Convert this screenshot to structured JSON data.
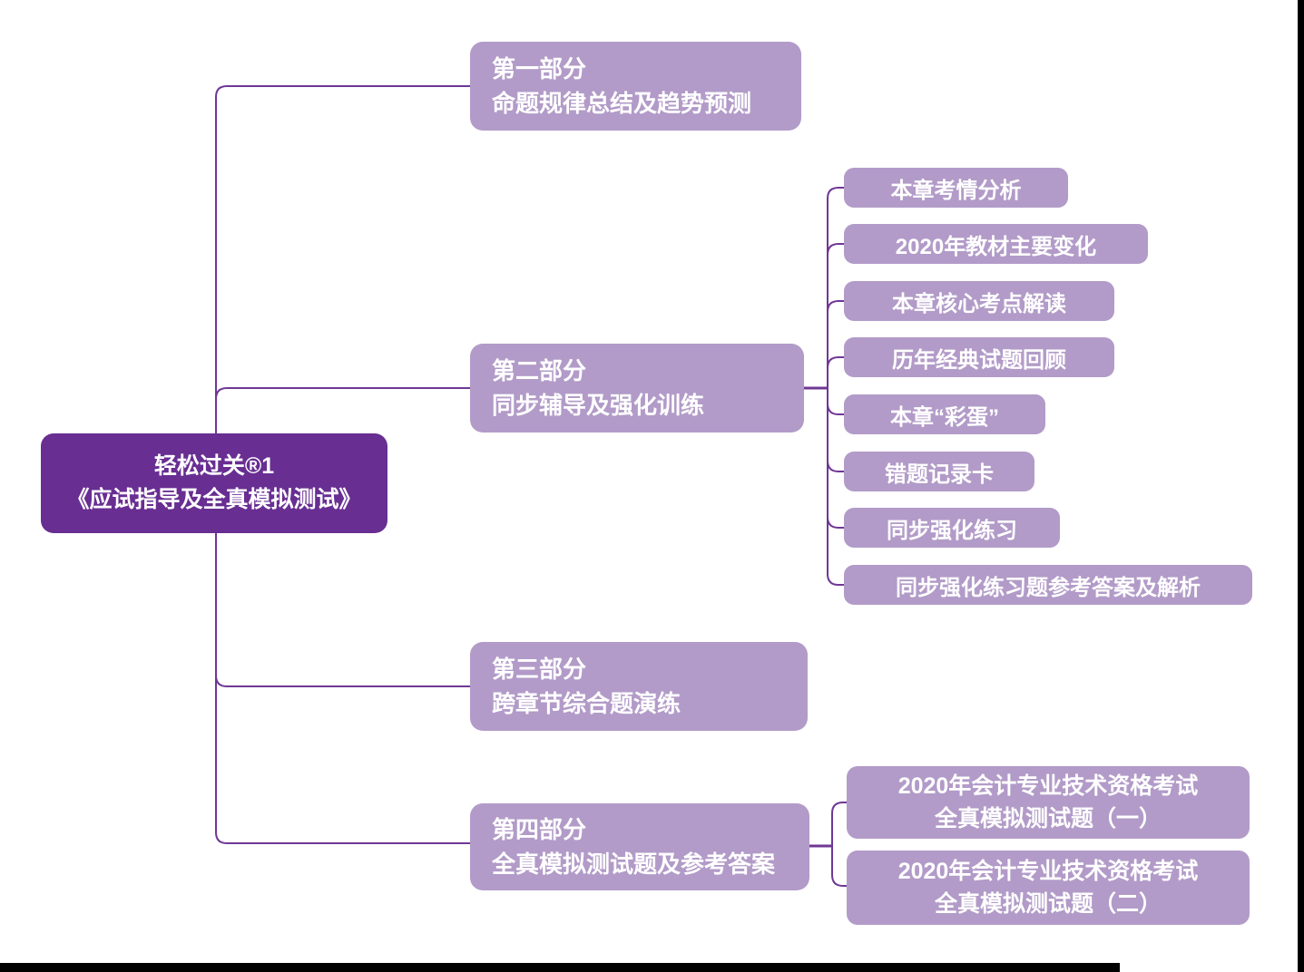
{
  "colors": {
    "root-fill": "#682e92",
    "branch-fill": "#b29bc8",
    "line": "#6f3795",
    "text": "#ffffff",
    "bar": "#000000"
  },
  "root": {
    "line1": "轻松过关®1",
    "line2": "《应试指导及全真模拟测试》"
  },
  "branches": [
    {
      "title": "第一部分",
      "subtitle": "命题规律总结及趋势预测"
    },
    {
      "title": "第二部分",
      "subtitle": "同步辅导及强化训练",
      "children": [
        "本章考情分析",
        "2020年教材主要变化",
        "本章核心考点解读",
        "历年经典试题回顾",
        "本章“彩蛋”",
        "错题记录卡",
        "同步强化练习",
        "同步强化练习题参考答案及解析"
      ]
    },
    {
      "title": "第三部分",
      "subtitle": "跨章节综合题演练"
    },
    {
      "title": "第四部分",
      "subtitle": "全真模拟测试题及参考答案",
      "children": [
        {
          "line1": "2020年会计专业技术资格考试",
          "line2": "全真模拟测试题（一）"
        },
        {
          "line1": "2020年会计专业技术资格考试",
          "line2": "全真模拟测试题（二）"
        }
      ]
    }
  ]
}
